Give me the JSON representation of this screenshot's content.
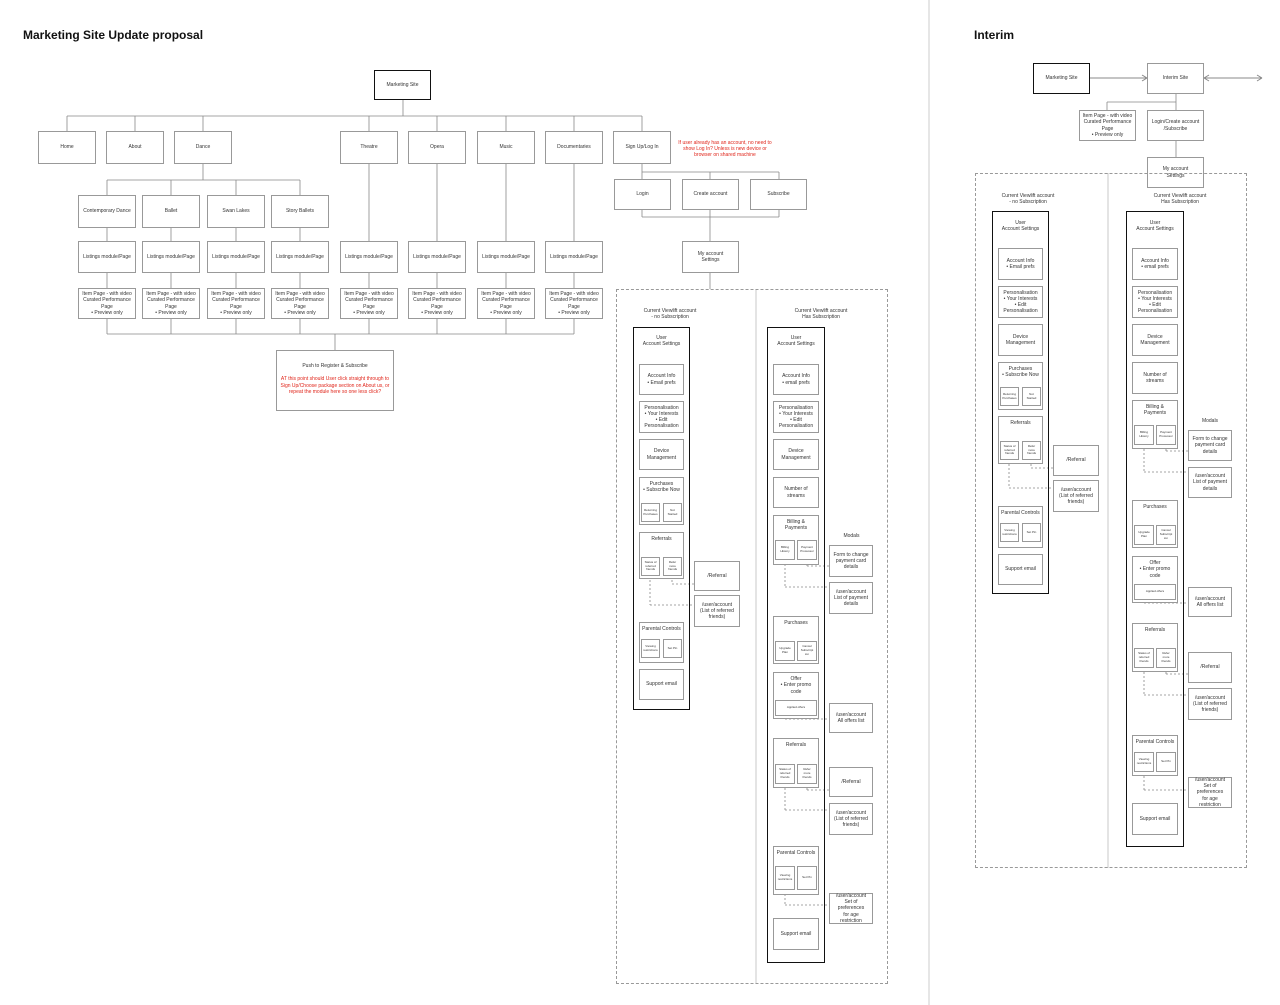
{
  "headings": {
    "main": "Marketing Site Update proposal",
    "interim": "Interim"
  },
  "t": {
    "marketing_site": "Marketing Site",
    "home": "Home",
    "about": "About",
    "dance": "Dance",
    "theatre": "Theatre",
    "opera": "Opera",
    "music": "Music",
    "documentaries": "Documentaries",
    "signup": "Sign Up/Log In",
    "signup_note": "If user already has an account, no need to show Log In? Unless is new device or browser on shared machine",
    "contemporary": "Contemporary Dance",
    "ballet": "Ballet",
    "swan": "Swan Lakes",
    "story": "Story Ballets",
    "listings": "Listings module/Page",
    "item_page": "Item Page - with video\nCurated Performance Page\n• Preview only",
    "push_title": "Push to Register & Subscribe",
    "push_note": "AT this point should User click straight through to Sign Up/Choose package section on About us, or repeat the module here so one less click?",
    "login": "Login",
    "create_account": "Create account",
    "subscribe": "Subscribe",
    "my_account": "My account\nSettings",
    "col_nosub": "Current Viewlift account\n- no Subscription",
    "col_sub": "Current Viewlift account\nHas Subscription",
    "user_account": "User\nAccount Settings",
    "account_info_a": "Account Info\n• Email prefs",
    "account_info_b": "Account Info\n• email prefs",
    "personalisation": "Personalisation\n• Your Interests\n• Edit\nPersonalisation",
    "device": "Device\nManagement",
    "purchases_sub": "Purchases\n• Subscribe Now",
    "returning": "Returning\nPurchases",
    "not_started": "Not Started",
    "referrals": "Referrals",
    "status_friends": "Status of\nreferred\nfriends",
    "refer_more": "Refer more\nfriends",
    "parental": "Parental Controls",
    "viewing": "Viewing\nrestrictions",
    "set_pin": "Set Pin",
    "support": "Support email",
    "referral": "/Referral",
    "list_friends": "/user/account\n(List of referred\nfriends)",
    "number_streams": "Number of\nstreams",
    "billing": "Billing & Payments",
    "billing_history": "Billing\nHistory",
    "payment_processor": "Payment\nProcessor",
    "modals": "Modals",
    "form_change": "Form to change\npayment card\ndetails",
    "list_payment": "/user/account\nList of payment\ndetails",
    "purchases": "Purchases",
    "upgrade": "Upgrade\nPlan",
    "cancel_sub": "Cancel\nSubscript\nion",
    "offer": "Offer\n• Enter promo\ncode",
    "applied": "Applied offers",
    "all_offers": "/user/account\nAll offers list",
    "list_friends2": "/user/account\n(List of referred\nfriends)",
    "prefs_age": "/user/account\nSet of preferences\nfor age restriction",
    "interim_site": "Interim Site",
    "login_create": "Login/Create account\n/Subscribe",
    "item_preview": "Item Page - with video\nCurated Performance Page\n• Preview only"
  }
}
